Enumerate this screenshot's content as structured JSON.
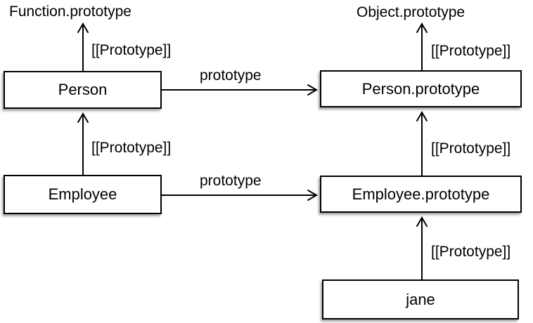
{
  "diagram": {
    "background_color": "#ffffff",
    "stroke_color": "#000000",
    "text_color": "#000000",
    "box_fill": "#ffffff",
    "nodes": [
      {
        "id": "person",
        "label": "Person"
      },
      {
        "id": "person-prototype",
        "label": "Person.prototype"
      },
      {
        "id": "employee",
        "label": "Employee"
      },
      {
        "id": "employee-prototype",
        "label": "Employee.prototype"
      },
      {
        "id": "jane",
        "label": "jane"
      }
    ],
    "external_refs": [
      {
        "id": "function-prototype",
        "text": "Function.prototype"
      },
      {
        "id": "object-prototype",
        "text": "Object.prototype"
      }
    ],
    "edges": [
      {
        "from": "Person",
        "to": "Function.prototype",
        "label": "[[Prototype]]",
        "direction": "up"
      },
      {
        "from": "Person.prototype",
        "to": "Object.prototype",
        "label": "[[Prototype]]",
        "direction": "up"
      },
      {
        "from": "Employee",
        "to": "Person",
        "label": "[[Prototype]]",
        "direction": "up"
      },
      {
        "from": "Employee.prototype",
        "to": "Person.prototype",
        "label": "[[Prototype]]",
        "direction": "up"
      },
      {
        "from": "jane",
        "to": "Employee.prototype",
        "label": "[[Prototype]]",
        "direction": "up"
      },
      {
        "from": "Person",
        "to": "Person.prototype",
        "label": "prototype",
        "direction": "right"
      },
      {
        "from": "Employee",
        "to": "Employee.prototype",
        "label": "prototype",
        "direction": "right"
      }
    ]
  }
}
